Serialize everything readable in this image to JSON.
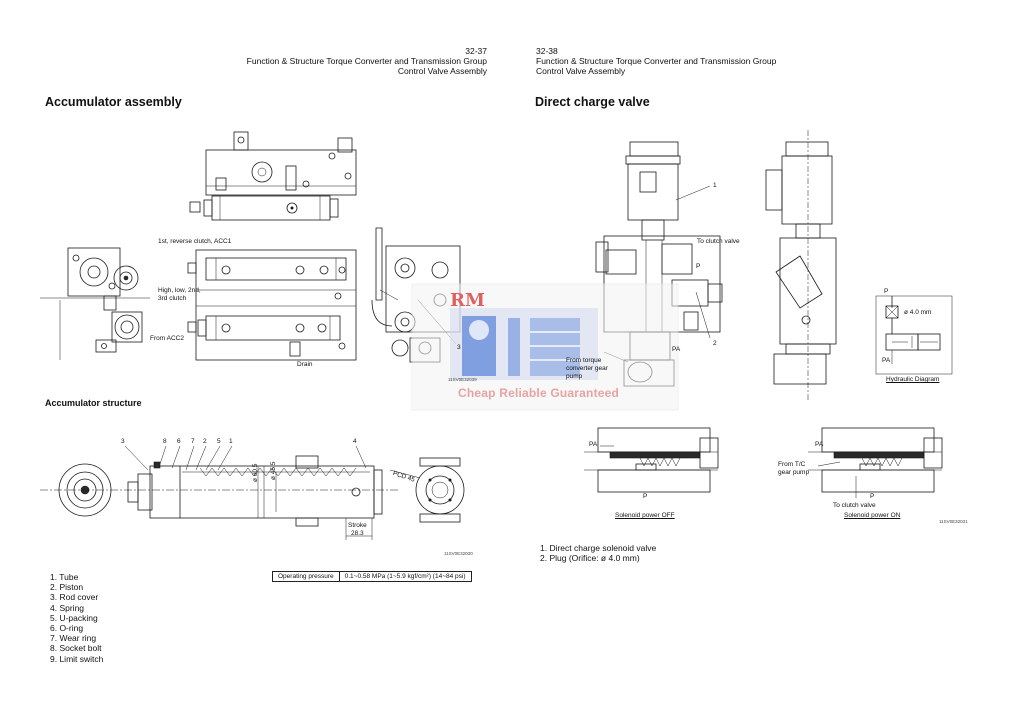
{
  "left_page": {
    "page_number": "32-37",
    "header_line1": "Function & Structure Torque Converter and Transmission Group",
    "header_line2": "Control Valve Assembly",
    "section_title": "Accumulator assembly",
    "assembly_labels": {
      "acc1": "1st, reverse clutch, ACC1",
      "clutch3_l1": "High, low, 2nd,",
      "clutch3_l2": "3rd clutch",
      "acc2": "From ACC2",
      "drain": "Drain",
      "callout": "3",
      "code": "11SV0E32039"
    },
    "structure_title": "Accumulator structure",
    "structure_labels": {
      "n3": "3",
      "n8": "8",
      "n6": "6",
      "n7": "7",
      "n2": "2",
      "n5": "5",
      "n1": "1",
      "n4": "4",
      "dia1": "ø 60.5",
      "dia2": "ø 45.5",
      "pcd": "PCD 45",
      "stroke": "Stroke",
      "stroke_value": "28.3",
      "code": "11SV0E32030"
    },
    "parts": [
      "1.  Tube",
      "2.  Piston",
      "3.  Rod cover",
      "4.  Spring",
      "5.  U-packing",
      "6.  O-ring",
      "7.  Wear ring",
      "8.  Socket bolt",
      "9.  Limit switch"
    ],
    "operating_pressure_label": "Operating pressure",
    "operating_pressure_value": "0.1~0.58 MPa (1~5.9 kgf/cm²) (14~84 psi)"
  },
  "right_page": {
    "page_number": "32-38",
    "header_line1": "Function & Structure Torque Converter and Transmission Group",
    "header_line2": "Control Valve Assembly",
    "section_title": "Direct charge valve",
    "labels": {
      "n1": "1",
      "n2": "2",
      "to_clutch": "To clutch valve",
      "p": "P",
      "pa": "PA",
      "from_tc_l1": "From torque",
      "from_tc_l2": "converter gear",
      "from_tc_l3": "pump",
      "orifice": "ø 4.0 mm",
      "hyd_p": "P",
      "hyd_pa": "PA",
      "hydraulic_diagram": "Hydraulic Diagram",
      "off_pa": "PA",
      "off_p": "P",
      "solenoid_off": "Solenoid power OFF",
      "on_pa": "PA",
      "on_p": "P",
      "from_tc_gear_l1": "From T/C",
      "from_tc_gear_l2": "gear pump",
      "to_clutch_2": "To clutch valve",
      "solenoid_on": "Solenoid power ON",
      "code": "11SV0E32031"
    },
    "parts": [
      "1.  Direct charge solenoid valve",
      "2.  Plug (Orifice: ø 4.0 mm)"
    ]
  },
  "watermark": {
    "logo": "RM",
    "text": "Cheap Reliable Guaranteed"
  }
}
